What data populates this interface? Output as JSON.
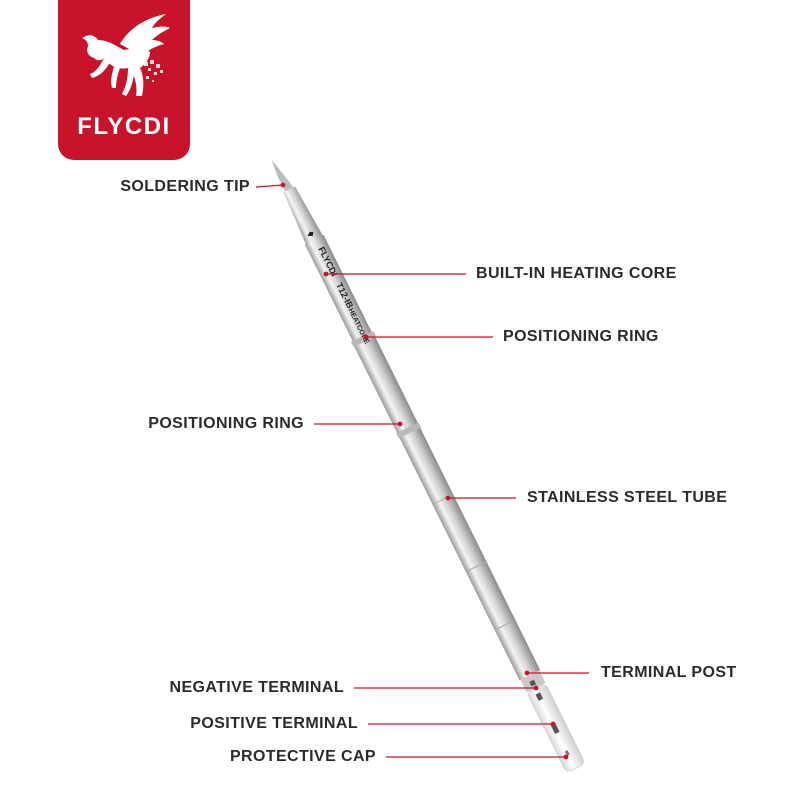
{
  "brand": {
    "name": "FLYCDI",
    "logo_icon": "pegasus-icon",
    "color": "#c8142a"
  },
  "product": {
    "engraving_brand": "FLYCDI",
    "engraving_model": "T12-IB",
    "engraving_part": "HEATCORE"
  },
  "labels": {
    "soldering_tip": "SOLDERING TIP",
    "built_in_heating_core": "BUILT-IN HEATING CORE",
    "positioning_ring_upper": "POSITIONING RING",
    "positioning_ring_lower": "POSITIONING RING",
    "stainless_steel_tube": "STAINLESS STEEL TUBE",
    "terminal_post": "TERMINAL POST",
    "negative_terminal": "NEGATIVE TERMINAL",
    "positive_terminal": "POSITIVE TERMINAL",
    "protective_cap": "PROTECTIVE CAP"
  },
  "colors": {
    "leader_line": "#c8142a",
    "label_text": "#2b2b2b",
    "tube_light": "#f2f2f2",
    "tube_mid": "#c9c9c9",
    "tube_dark": "#8d8d8d"
  }
}
